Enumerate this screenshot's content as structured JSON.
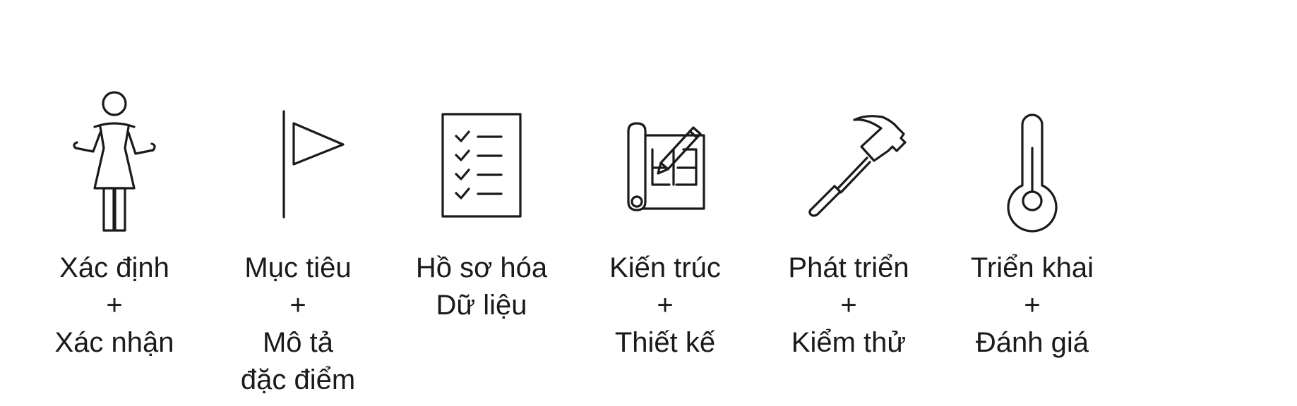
{
  "steps": [
    {
      "icon": "person-icon",
      "lines": [
        "Xác định",
        "+",
        "Xác nhận"
      ]
    },
    {
      "icon": "flag-icon",
      "lines": [
        "Mục tiêu",
        "+",
        "Mô tả",
        "đặc điểm"
      ]
    },
    {
      "icon": "checklist-icon",
      "lines": [
        "Hồ sơ hóa",
        "Dữ liệu"
      ]
    },
    {
      "icon": "blueprint-pencil-icon",
      "lines": [
        "Kiến trúc",
        "+",
        "Thiết kế"
      ]
    },
    {
      "icon": "hammer-icon",
      "lines": [
        "Phát triển",
        "+",
        "Kiểm thử"
      ]
    },
    {
      "icon": "thermometer-icon",
      "lines": [
        "Triển khai",
        "+",
        "Đánh giá"
      ]
    }
  ]
}
